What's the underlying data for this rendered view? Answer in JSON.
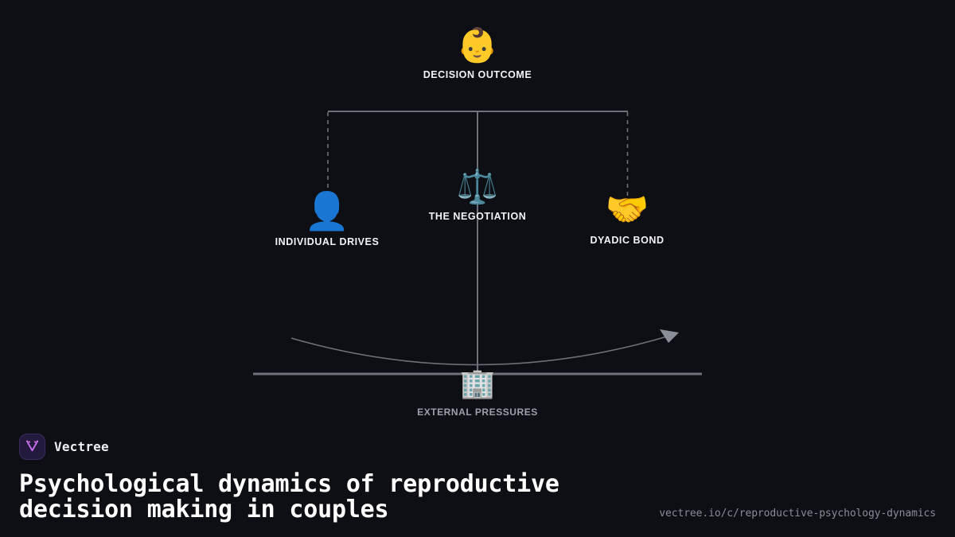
{
  "background_color": "#0e0f14",
  "diagram": {
    "type": "hierarchy-balance",
    "nodes": [
      {
        "id": "decision-outcome",
        "label": "DECISION OUTCOME",
        "icon": "baby-emoji",
        "glyph": "👶",
        "role": "top-outcome"
      },
      {
        "id": "individual-drives",
        "label": "INDIVIDUAL DRIVES",
        "icon": "person-silhouette-emoji",
        "glyph": "👤",
        "role": "left-branch",
        "accent": "#1f7ae0"
      },
      {
        "id": "the-negotiation",
        "label": "THE NEGOTIATION",
        "icon": "balance-scale-emoji",
        "glyph": "⚖️",
        "role": "center-pivot",
        "accent": "#6cb4cc"
      },
      {
        "id": "dyadic-bond",
        "label": "DYADIC BOND",
        "icon": "handshake-emoji",
        "glyph": "🤝",
        "role": "right-branch",
        "accent": "#f5b322"
      },
      {
        "id": "external-pressures",
        "label": "EXTERNAL PRESSURES",
        "icon": "office-building-emoji",
        "glyph": "🏢",
        "role": "base-foundation",
        "accent": "#9ba0ab"
      }
    ],
    "connector_color": "#6e7179",
    "connector_styles": [
      "solid-horizontal-beam",
      "dashed-droppers",
      "solid-spine",
      "ground-line",
      "curved-arrow"
    ]
  },
  "brand": {
    "name": "Vectree",
    "mark_icon": "vectree-v-logo",
    "mark_background": "#241a3d",
    "mark_accent": "#c56ff0"
  },
  "title": "Psychological dynamics of reproductive decision making in couples",
  "url": "vectree.io/c/reproductive-psychology-dynamics"
}
